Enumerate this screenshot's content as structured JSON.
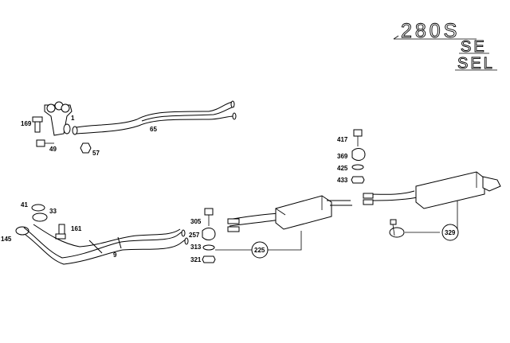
{
  "badges": {
    "model": "280S",
    "variant_se": "SE",
    "variant_sel": "SEL"
  },
  "callouts": {
    "p169": "169",
    "p1": "1",
    "p49": "49",
    "p57": "57",
    "p65": "65",
    "p417": "417",
    "p369": "369",
    "p425": "425",
    "p433": "433",
    "p41": "41",
    "p33": "33",
    "p161": "161",
    "p145": "145",
    "p9": "9",
    "p305": "305",
    "p257": "257",
    "p313": "313",
    "p321": "321",
    "p225": "225",
    "p329": "329"
  }
}
